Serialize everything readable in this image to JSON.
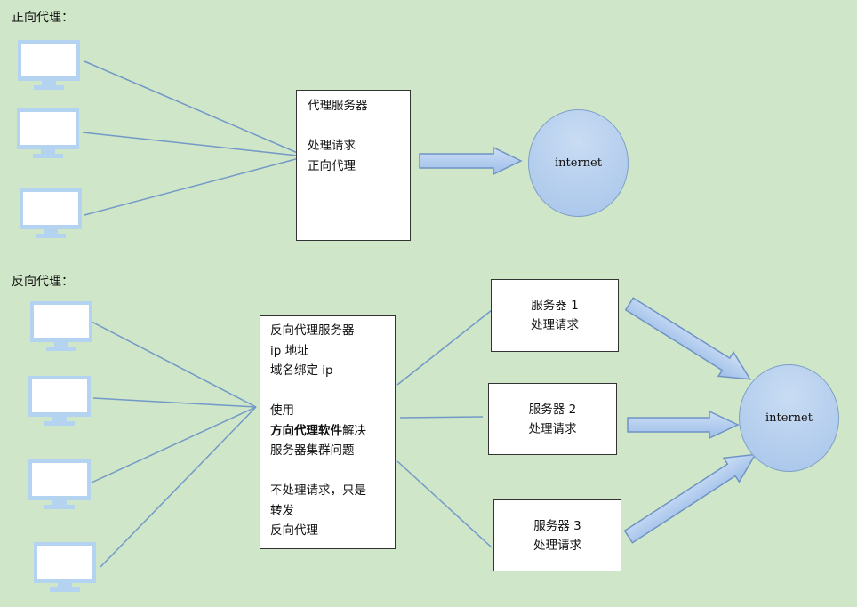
{
  "forward": {
    "label": "正向代理：",
    "proxy_box": {
      "lines": [
        "代理服务器",
        "",
        "处理请求",
        "正向代理"
      ]
    },
    "internet_label": "internet"
  },
  "reverse": {
    "label": "反向代理：",
    "proxy_box": {
      "line1": "反向代理服务器",
      "line2": "ip 地址",
      "line3": "域名绑定 ip",
      "line4": "使用",
      "line5_bold": "方向代理软件",
      "line5_rest": "解决",
      "line6": "服务器集群问题",
      "line7": "不处理请求，只是",
      "line8": "转发",
      "line9": "反向代理"
    },
    "servers": [
      {
        "name": "服务器 1",
        "desc": "处理请求"
      },
      {
        "name": "服务器 2",
        "desc": "处理请求"
      },
      {
        "name": "服务器 3",
        "desc": "处理请求"
      }
    ],
    "internet_label": "internet"
  },
  "colors": {
    "background": "#cfe6c8",
    "monitor": "#b4d3f1",
    "line": "#7399c7",
    "arrow_fill": "#b0cbee",
    "arrow_stroke": "#6f94c4"
  }
}
